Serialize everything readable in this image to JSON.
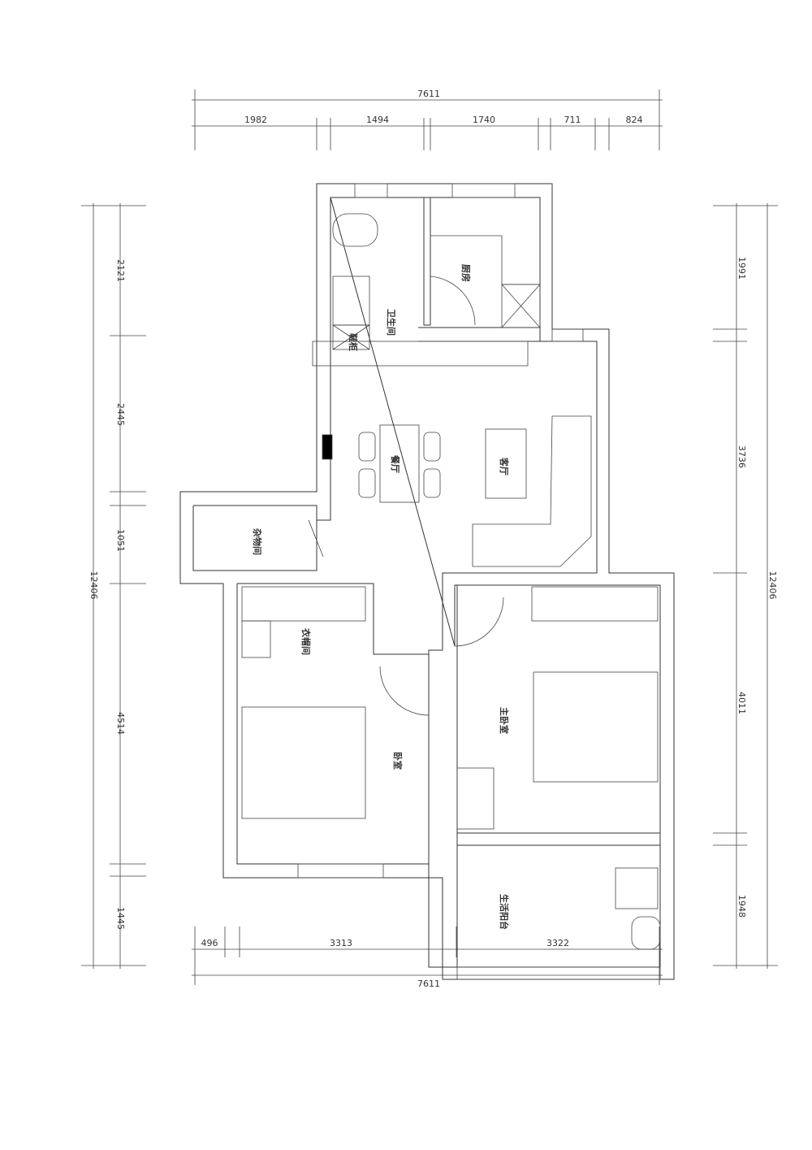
{
  "rooms": {
    "bathroom": "卫生间",
    "kitchen": "厨房",
    "shoe_cabinet": "鞋柜",
    "dining": "餐厅",
    "living": "客厅",
    "storage": "杂物间",
    "closet": "衣帽间",
    "bedroom": "卧室",
    "master_bedroom": "主卧室",
    "balcony": "生活阳台"
  },
  "dimensions": {
    "top_total": "7611",
    "top": [
      "1982",
      "1494",
      "1740",
      "711",
      "824"
    ],
    "left_total": "12406",
    "left": [
      "2121",
      "2445",
      "1051",
      "4514",
      "1445"
    ],
    "right_total": "12406",
    "right": [
      "1991",
      "3736",
      "4011",
      "1948"
    ],
    "bottom": [
      "496",
      "3313",
      "3322"
    ],
    "bottom_total": "7611"
  }
}
